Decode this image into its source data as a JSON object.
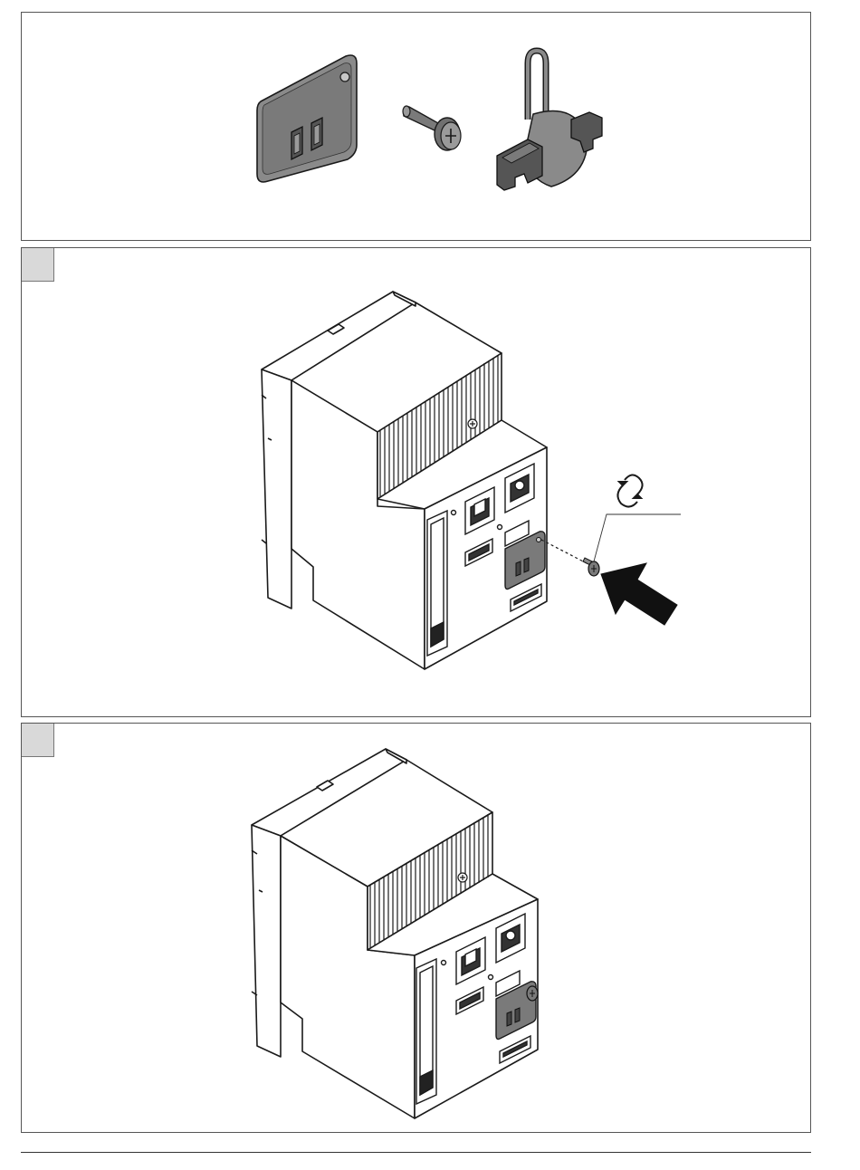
{
  "panels": [
    {
      "id": "parts",
      "step_marker": false,
      "components": [
        "lock-plate-icon",
        "screw-icon",
        "padlock-hasp-icon"
      ]
    },
    {
      "id": "step-1",
      "step_marker": true,
      "components": [
        "breaker-icon",
        "lock-plate-icon",
        "screw-icon",
        "rotation-icon",
        "push-arrow-icon"
      ]
    },
    {
      "id": "step-2",
      "step_marker": true,
      "components": [
        "breaker-icon",
        "lock-plate-icon",
        "screw-icon"
      ]
    }
  ],
  "colors": {
    "line": "#1a1a1a",
    "device": "#ffffff",
    "part_gray": "#7a7a7a",
    "part_dark": "#4d4d4d",
    "step_box": "#d9d9d9",
    "arrow": "#111111"
  }
}
